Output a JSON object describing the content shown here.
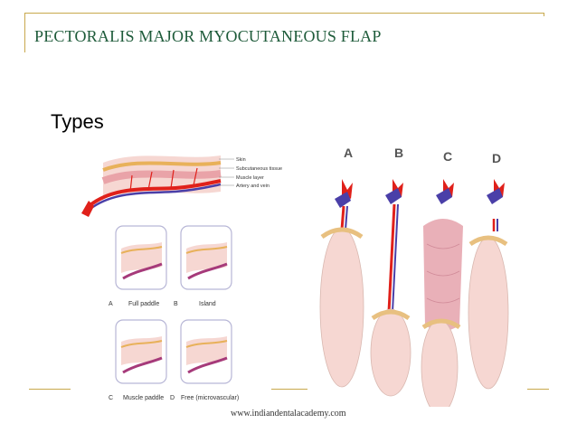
{
  "slide": {
    "title": "PECTORALIS MAJOR MYOCUTANEOUS FLAP",
    "subtitle": "Types",
    "footer": "www.indiandentalacademy.com"
  },
  "left_figure": {
    "layer_labels": [
      "Skin",
      "Subcutaneous tissue",
      "Muscle layer",
      "Artery and vein"
    ],
    "panels": [
      {
        "letter": "A",
        "name": "Full paddle"
      },
      {
        "letter": "B",
        "name": "Island"
      },
      {
        "letter": "C",
        "name": "Muscle paddle"
      },
      {
        "letter": "D",
        "name": "Free (microvascular)"
      }
    ]
  },
  "right_figure": {
    "letters": [
      "A",
      "B",
      "C",
      "D"
    ]
  },
  "colors": {
    "title": "#1e5b3a",
    "accent_line": "#c8a84c",
    "artery": "#e0201a",
    "vein": "#4a3fa8",
    "skin": "#f6d7d2"
  }
}
